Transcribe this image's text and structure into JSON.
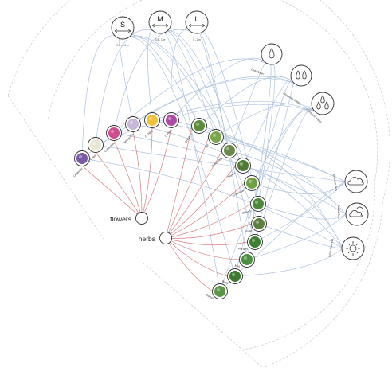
{
  "sizes": [
    {
      "letter": "S",
      "range": "0.1 - 0.5 m"
    },
    {
      "letter": "M",
      "range": "0.5 - 1 m"
    },
    {
      "letter": "L",
      "range": "1 - 2 m"
    }
  ],
  "water": [
    {
      "label": "Low Water",
      "drops": 1
    },
    {
      "label": "Moderate Water",
      "drops": 2
    },
    {
      "label": "Constant Water",
      "drops": 3
    }
  ],
  "sun": [
    {
      "label": "Minimum Sun",
      "icon": "cloud-icon"
    },
    {
      "label": "Partial Sun",
      "icon": "partial-sun-icon"
    },
    {
      "label": "Maximum Sun",
      "icon": "sun-icon"
    }
  ],
  "groups": {
    "flowers": "flowers",
    "herbs": "herbs"
  },
  "flowers": [
    {
      "label": "Lavender",
      "color": "#7b5aa6"
    },
    {
      "label": "H. Daisy",
      "color": "#e9e6d2"
    },
    {
      "label": "Calendula",
      "color": "#d24b8e"
    },
    {
      "label": "Marigolds",
      "color": "#c8b6d8"
    },
    {
      "label": "C.Daisy",
      "color": "#f0c23a"
    },
    {
      "label": "C.Herb",
      "color": "#b04aa8"
    }
  ],
  "herbs": [
    {
      "label": "Oregano",
      "color": "#5d8d3a"
    },
    {
      "label": "Dill",
      "color": "#7aa64a"
    },
    {
      "label": "Rosemary",
      "color": "#6a8a4a"
    },
    {
      "label": "Thyme",
      "color": "#4f7a34"
    },
    {
      "label": "Coriander",
      "color": "#6fa045"
    },
    {
      "label": "Chives",
      "color": "#4a8a3a"
    },
    {
      "label": "Sage",
      "color": "#5a8040"
    },
    {
      "label": "Parsley",
      "color": "#3f7d32"
    },
    {
      "label": "Mint",
      "color": "#4a9040"
    },
    {
      "label": "Basil",
      "color": "#3d7a30"
    },
    {
      "label": "Catnip",
      "color": "#5c9448"
    }
  ],
  "colors": {
    "red_link": "#d46a6a",
    "blue_link": "#9bb4d6",
    "dashed": "#c9c9c9",
    "stroke": "#333333"
  }
}
